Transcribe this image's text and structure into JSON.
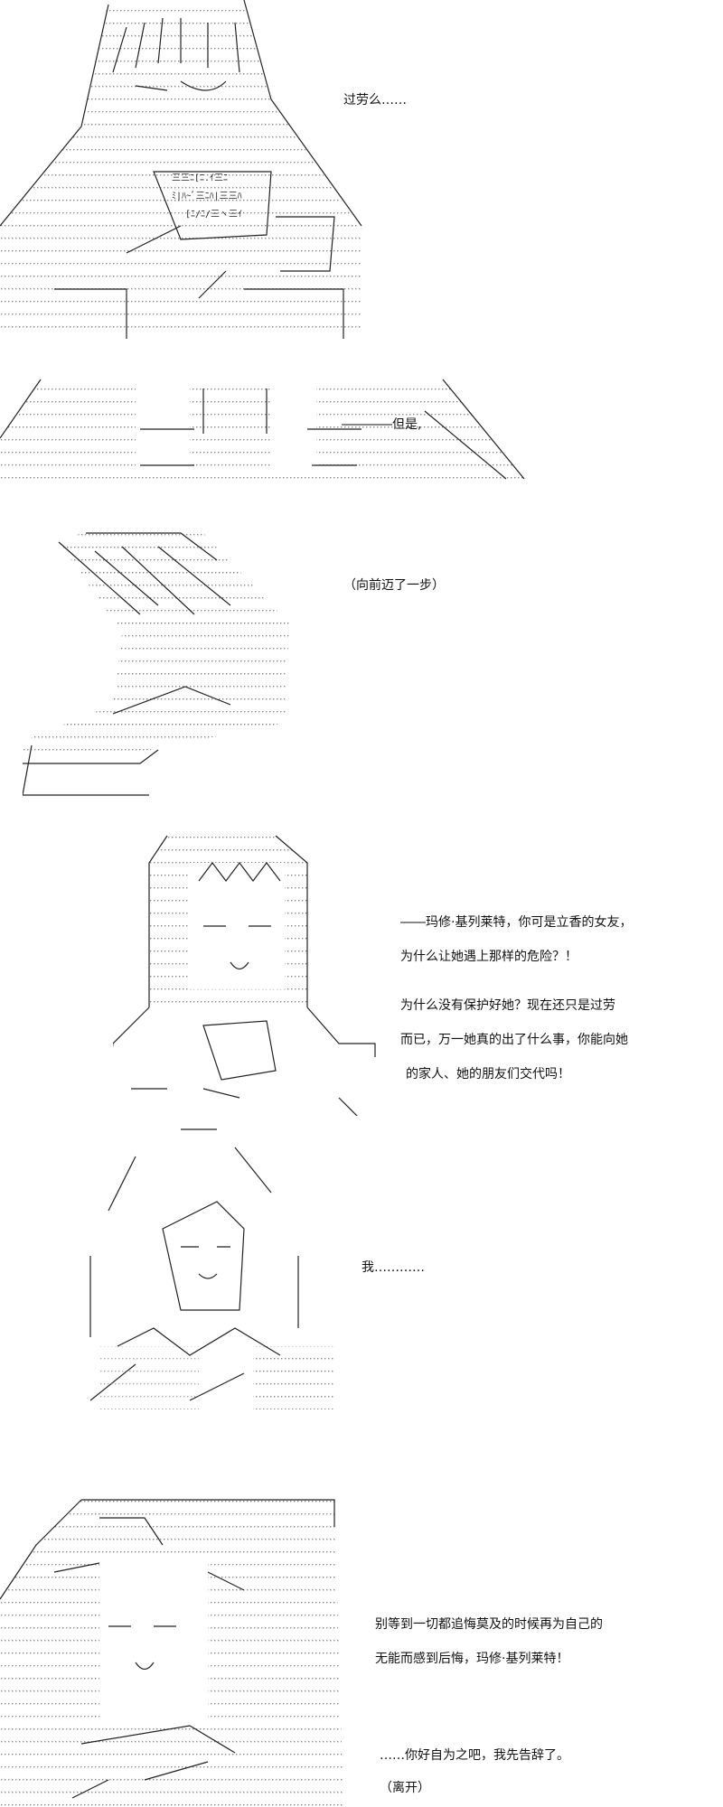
{
  "panels": [
    {
      "caption": "过劳么……"
    },
    {
      "caption": "――――但是,"
    },
    {
      "caption": "（向前迈了一步）"
    },
    {
      "lines": [
        "――玛修·基列莱特，你可是立香的女友，",
        "为什么让她遇上那样的危险？！",
        "为什么没有保护好她？现在还只是过劳",
        "而已，万一她真的出了什么事，你能向她",
        "的家人、她的朋友们交代吗！"
      ]
    },
    {
      "caption": "我…………"
    },
    {
      "lines": [
        "别等到一切都追悔莫及的时候再为自己的",
        "无能而感到后悔，玛修·基列莱特！",
        "……你好自为之吧，我先告辞了。",
        "（离开）"
      ]
    }
  ],
  "colors": {
    "ink": "#111111",
    "dots": "#9a9a9a",
    "background": "#ffffff"
  }
}
